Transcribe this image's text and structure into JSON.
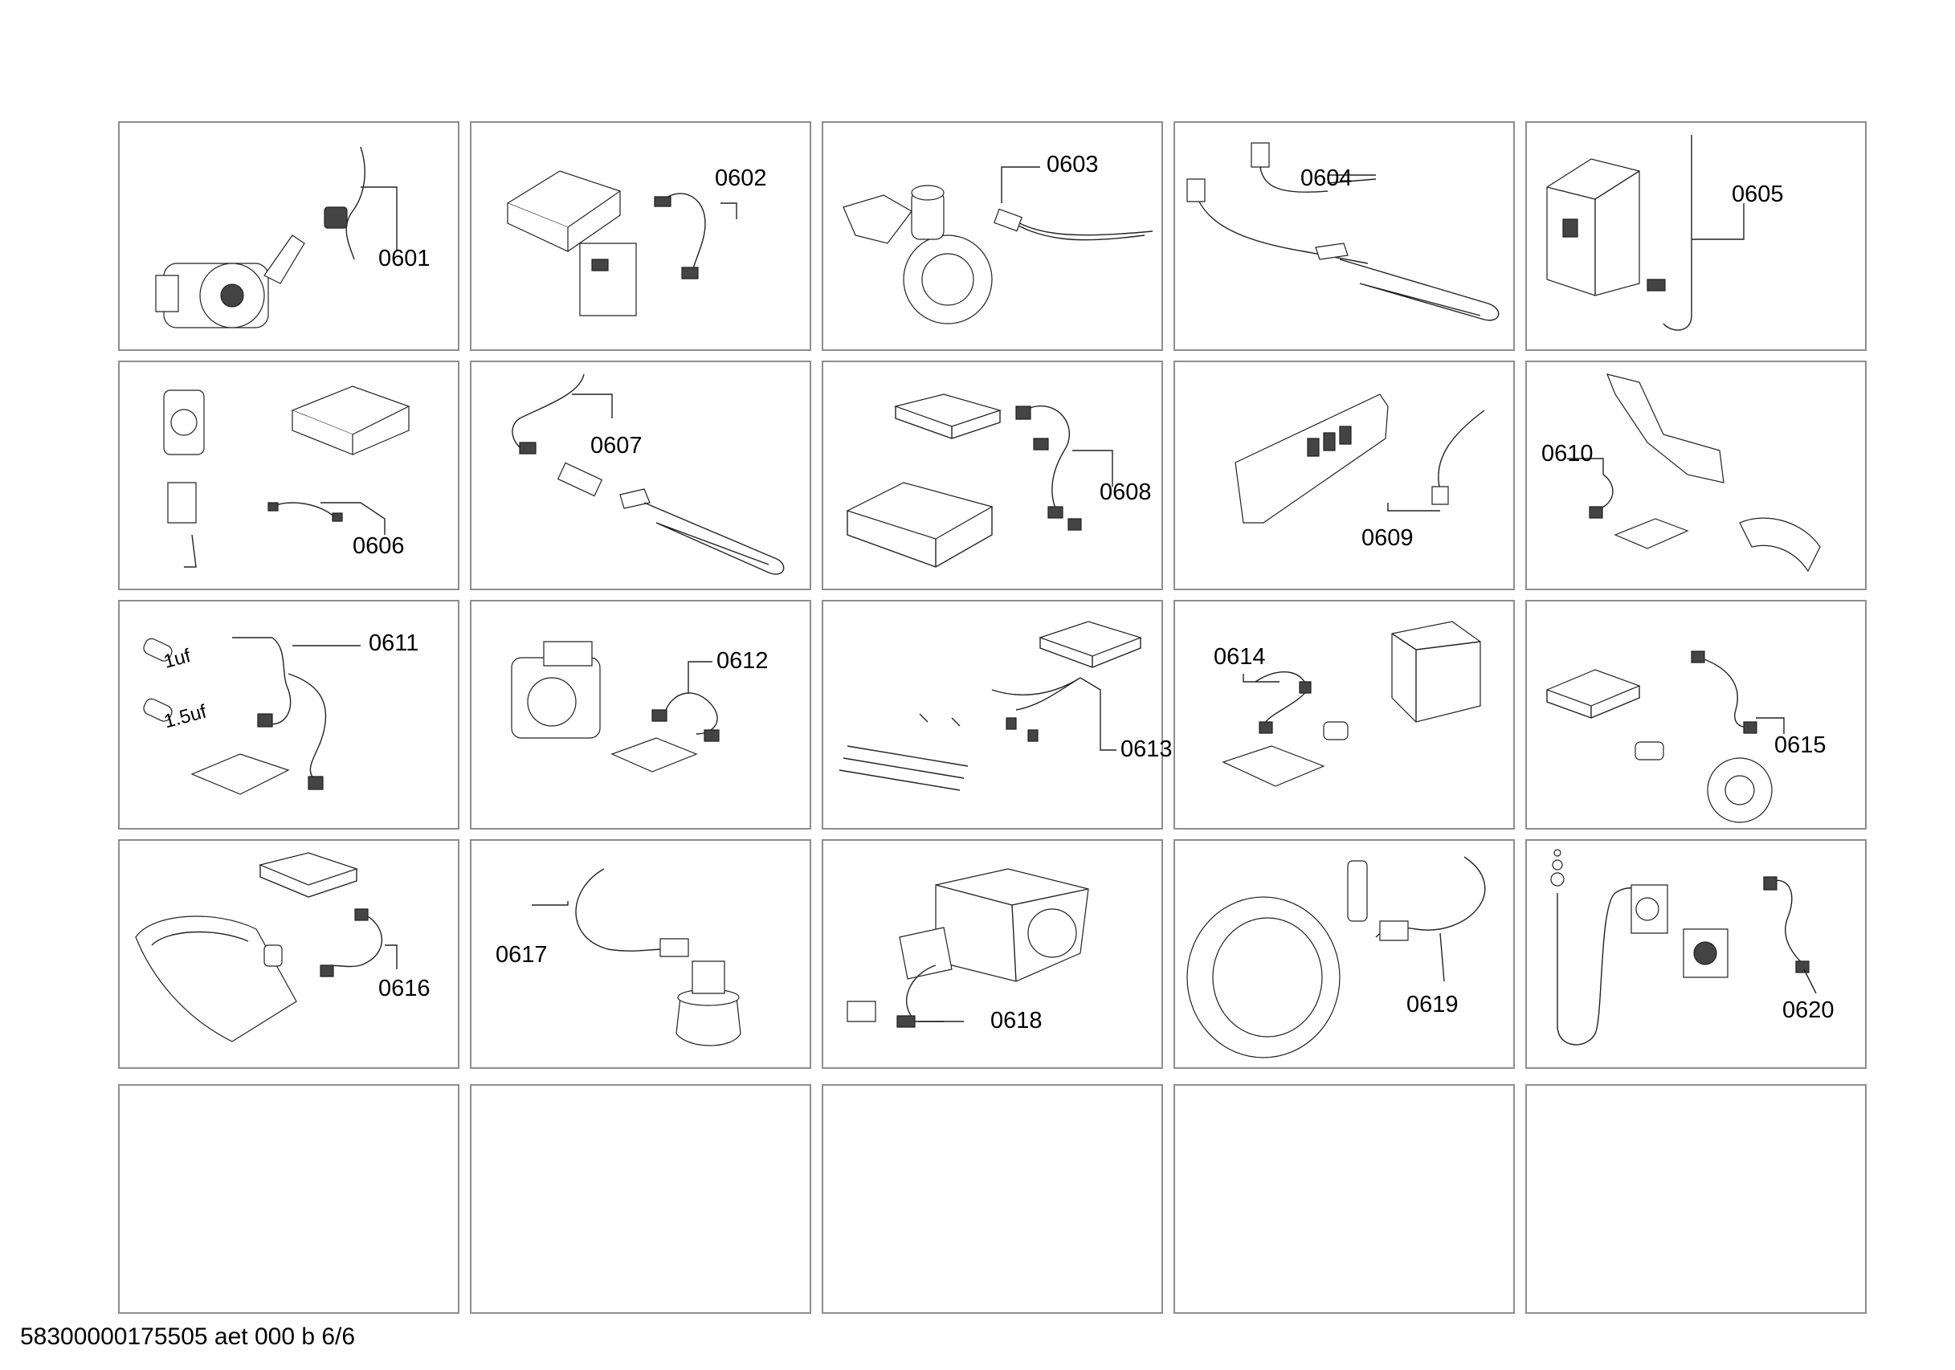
{
  "parts": [
    {
      "id": "0601",
      "label": "0601"
    },
    {
      "id": "0602",
      "label": "0602"
    },
    {
      "id": "0603",
      "label": "0603"
    },
    {
      "id": "0604",
      "label": "0604"
    },
    {
      "id": "0605",
      "label": "0605"
    },
    {
      "id": "0606",
      "label": "0606"
    },
    {
      "id": "0607",
      "label": "0607"
    },
    {
      "id": "0608",
      "label": "0608"
    },
    {
      "id": "0609",
      "label": "0609"
    },
    {
      "id": "0610",
      "label": "0610"
    },
    {
      "id": "0611",
      "label": "0611"
    },
    {
      "id": "0612",
      "label": "0612"
    },
    {
      "id": "0613",
      "label": "0613"
    },
    {
      "id": "0614",
      "label": "0614"
    },
    {
      "id": "0615",
      "label": "0615"
    },
    {
      "id": "0616",
      "label": "0616"
    },
    {
      "id": "0617",
      "label": "0617"
    },
    {
      "id": "0618",
      "label": "0618"
    },
    {
      "id": "0619",
      "label": "0619"
    },
    {
      "id": "0620",
      "label": "0620"
    }
  ],
  "capacitor_labels": {
    "small": "1uf",
    "large": "1.5uf"
  },
  "footer": "58300000175505 aet 000 b 6/6"
}
